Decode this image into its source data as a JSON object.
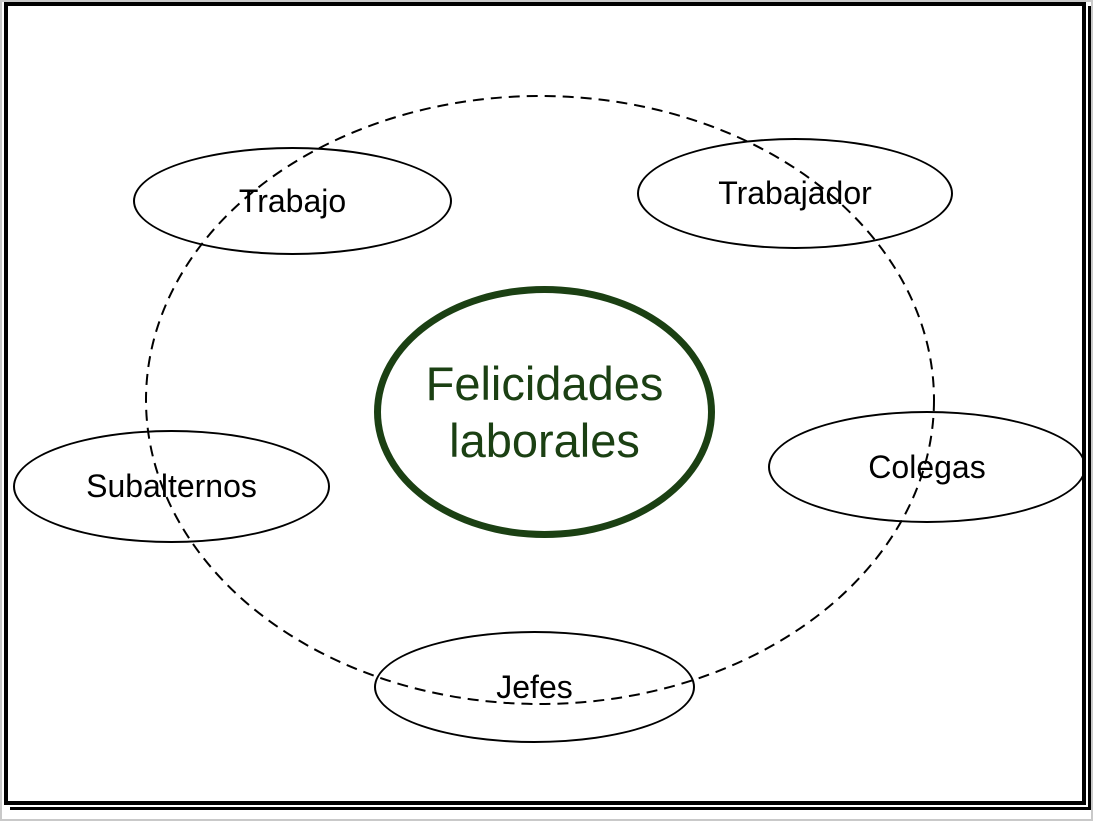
{
  "colors": {
    "accent_green": "#1b4013",
    "line_black": "#000000",
    "canvas_white": "#ffffff",
    "edge_gray": "#c9c9c9"
  },
  "diagram": {
    "center": {
      "label": "Felicidades laborales"
    },
    "nodes": [
      {
        "label": "Trabajo"
      },
      {
        "label": "Trabajador"
      },
      {
        "label": "Subalternos"
      },
      {
        "label": "Colegas"
      },
      {
        "label": "Jefes"
      }
    ]
  }
}
